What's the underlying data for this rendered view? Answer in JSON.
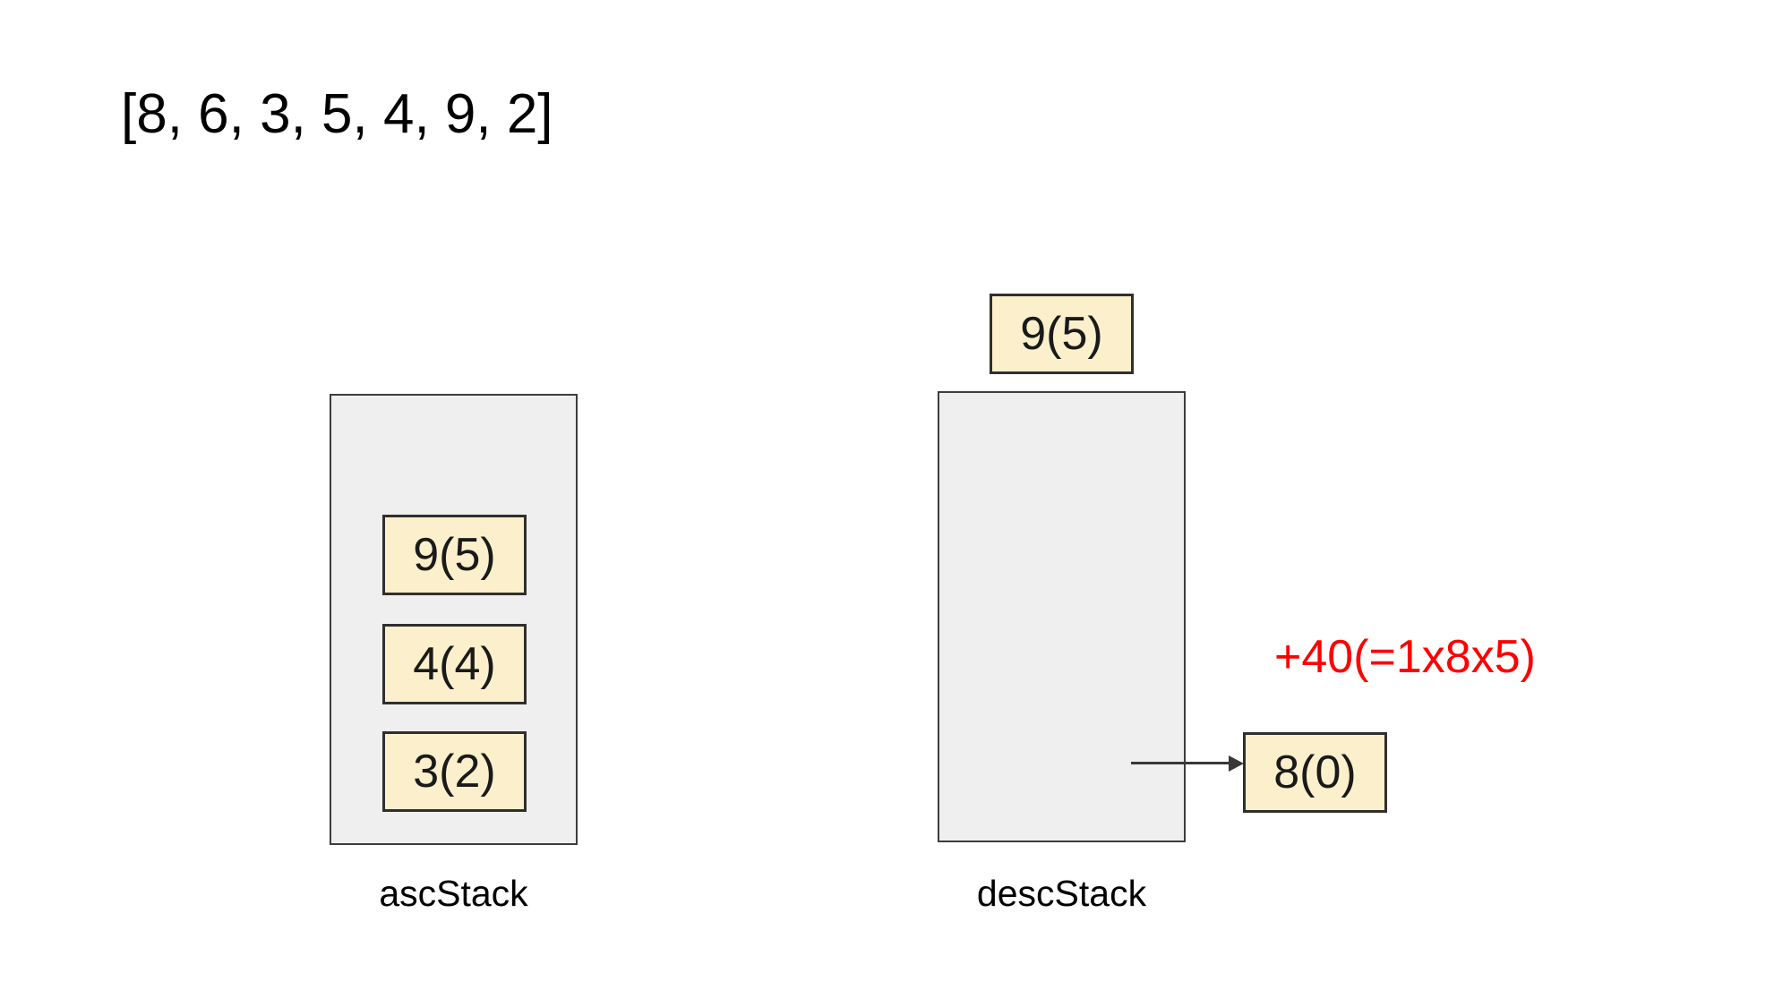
{
  "array_label": "[8, 6, 3, 5, 4, 9, 2]",
  "asc_stack": {
    "label": "ascStack",
    "items": [
      {
        "label": "9(5)"
      },
      {
        "label": "4(4)"
      },
      {
        "label": "3(2)"
      }
    ]
  },
  "desc_stack": {
    "label": "descStack",
    "incoming_item": {
      "label": "9(5)"
    },
    "popped_item": {
      "label": "8(0)"
    },
    "annotation": "+40(=1x8x5)"
  },
  "colors": {
    "item_fill": "#fbf0cb",
    "item_border": "#2f2f2f",
    "container_fill": "#efefef",
    "container_border": "#3d3d3d",
    "annotation_red": "#fe0000",
    "text_black": "#000000",
    "background": "#ffffff"
  },
  "icons": {
    "pop_arrow": "right-arrow"
  }
}
